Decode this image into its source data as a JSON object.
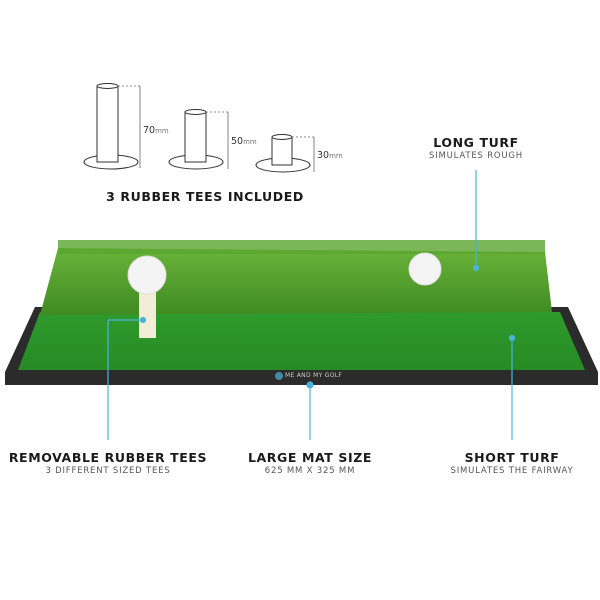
{
  "tees": {
    "heading": "3 RUBBER TEES INCLUDED",
    "sizes": [
      {
        "value": "70",
        "unit": "mm"
      },
      {
        "value": "50",
        "unit": "mm"
      },
      {
        "value": "30",
        "unit": "mm"
      }
    ]
  },
  "callouts": {
    "long_turf": {
      "title": "LONG TURF",
      "subtitle": "SIMULATES ROUGH"
    },
    "removable_tees": {
      "title": "REMOVABLE RUBBER TEES",
      "subtitle": "3 DIFFERENT SIZED TEES"
    },
    "mat_size": {
      "title": "LARGE MAT SIZE",
      "subtitle": "625 MM X 325 MM"
    },
    "short_turf": {
      "title": "SHORT TURF",
      "subtitle": "SIMULATES THE FAIRWAY"
    }
  },
  "logo": {
    "text": "ME AND MY GOLF"
  },
  "colors": {
    "callout_line": "#49b3dc",
    "long_turf": "#4f9a2a",
    "short_turf": "#2f9e2a",
    "mat_base": "#2b2b2b"
  }
}
